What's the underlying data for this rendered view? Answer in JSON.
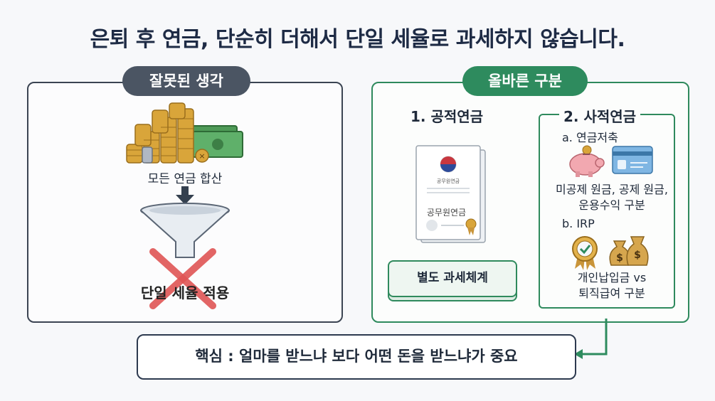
{
  "title": "은퇴 후 연금, 단순히 더해서 단일 세율로 과세하지 않습니다.",
  "left": {
    "badge": "잘못된 생각",
    "sum_label": "모든 연금 합산",
    "single_rate_label": "단일 세율 적용"
  },
  "right": {
    "badge": "올바른 구분",
    "public": {
      "heading": "1. 공적연금",
      "doc_small_text": "공무원연금",
      "doc_label": "공무원연금",
      "separate_label": "별도 과세체계"
    },
    "private": {
      "heading": "2. 사적연금",
      "a_label": "a. 연금저축",
      "a_desc_line1": "미공제 원금, 공제 원금,",
      "a_desc_line2": "운용수익 구분",
      "b_label": "b. IRP",
      "b_desc_line1": "개인납입금 vs",
      "b_desc_line2": "퇴직급여 구분"
    }
  },
  "key_message": "핵심 : 얼마를 받느냐 보다 어떤 돈을 받느냐가 중요",
  "colors": {
    "accent_green": "#2e8b5e",
    "badge_gray": "#4b5563",
    "cross_red": "#e05555",
    "coin_gold": "#d9a53a",
    "cash_green": "#4e9a57"
  }
}
